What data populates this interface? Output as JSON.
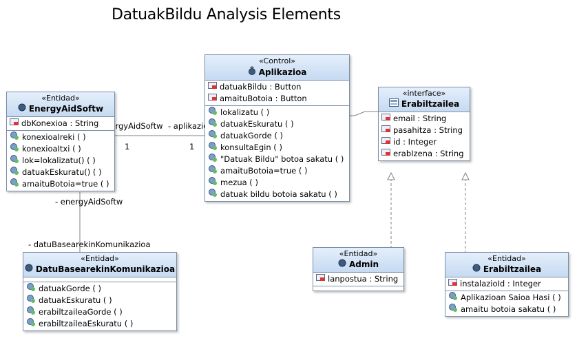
{
  "diagram_title": "DatuakBildu Analysis Elements",
  "classes": {
    "energy": {
      "stereotype": "«Entidad»",
      "name": "EnergyAidSoftw",
      "attributes": [
        "dbKonexioa : String"
      ],
      "operations": [
        "konexioaIreki ( )",
        "konexioaItxi ( )",
        "lok=lokalizatu() ( )",
        "datuakEskuratu() ( )",
        "amaituBotoia=true ( )"
      ]
    },
    "aplikazioa": {
      "stereotype": "«Control»",
      "name": "Aplikazioa",
      "attributes": [
        "datuakBildu : Button",
        "amaituBotoia : Button"
      ],
      "operations": [
        "lokalizatu ( )",
        "datuakEskuratu ( )",
        "datuakGorde ( )",
        "konsultaEgin ( )",
        "\"Datuak Bildu\" botoa sakatu ( )",
        "amaituBotoia=true ( )",
        "mezua ( )",
        "datuak bildu botoia sakatu ( )"
      ]
    },
    "erabiltzailea_if": {
      "stereotype": "«interface»",
      "name": "Erabiltzailea",
      "attributes": [
        "email : String",
        "pasahitza : String",
        "id : Integer",
        "erabIzena : String"
      ]
    },
    "datubase": {
      "stereotype": "«Entidad»",
      "name": "DatuBasearekinKomunikazioa",
      "operations": [
        "datuakGorde ( )",
        "datuakEskuratu ( )",
        "erabiltzaileaGorde ( )",
        "erabiltzaileaEskuratu ( )"
      ]
    },
    "admin": {
      "stereotype": "«Entidad»",
      "name": "Admin",
      "attributes": [
        "lanpostua : String"
      ]
    },
    "erabiltzailea": {
      "stereotype": "«Entidad»",
      "name": "Erabiltzailea",
      "attributes": [
        "instalazioId : Integer"
      ],
      "operations": [
        "Aplikazioan Saioa Hasi ( )",
        "amaitu botoia sakatu ( )"
      ]
    }
  },
  "labels": {
    "role_energy": "energyAidSoftw",
    "role_aplikazio": "- aplikazioa",
    "mult_left": "1",
    "mult_right": "1",
    "role_energy_down": "- energyAidSoftw",
    "role_datubase": "- datuBasearekinKomunikazioa"
  },
  "colors": {
    "header_top": "#e4effb",
    "header_bottom": "#c6daf1",
    "border": "#7a8ea8"
  }
}
